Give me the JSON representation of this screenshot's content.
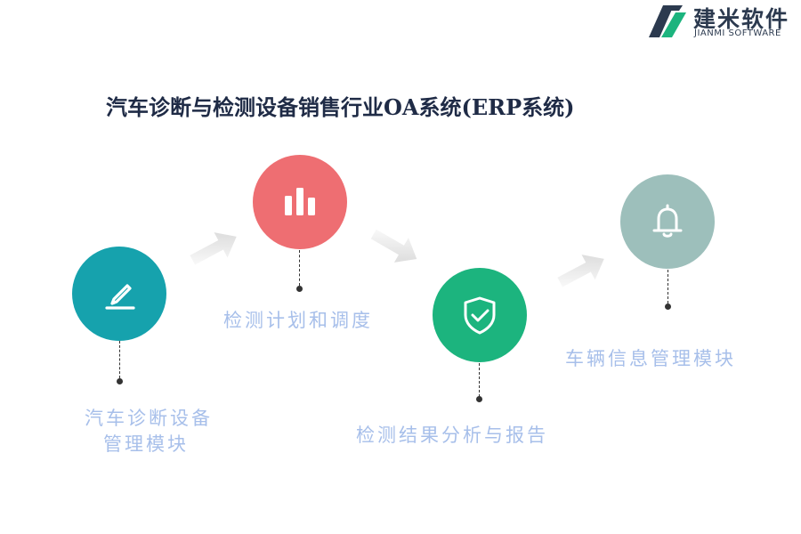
{
  "logo": {
    "name_cn": "建米软件",
    "name_en": "JIANMI SOFTWARE"
  },
  "title": "汽车诊断与检测设备销售行业OA系统(ERP系统)",
  "steps": [
    {
      "icon": "pencil-icon",
      "color": "#16a2ad",
      "label_lines": [
        "汽车诊断设备",
        "管理模块"
      ]
    },
    {
      "icon": "bar-chart-icon",
      "color": "#ee6e72",
      "label_lines": [
        "检测计划和调度"
      ]
    },
    {
      "icon": "shield-check-icon",
      "color": "#1cb47e",
      "label_lines": [
        "检测结果分析与报告"
      ]
    },
    {
      "icon": "bell-icon",
      "color": "#9dbfbb",
      "label_lines": [
        "车辆信息管理模块"
      ]
    }
  ],
  "colors": {
    "label_text": "#a7bfea",
    "title_text": "#1f2b46",
    "arrow": "#d9d9d9"
  }
}
